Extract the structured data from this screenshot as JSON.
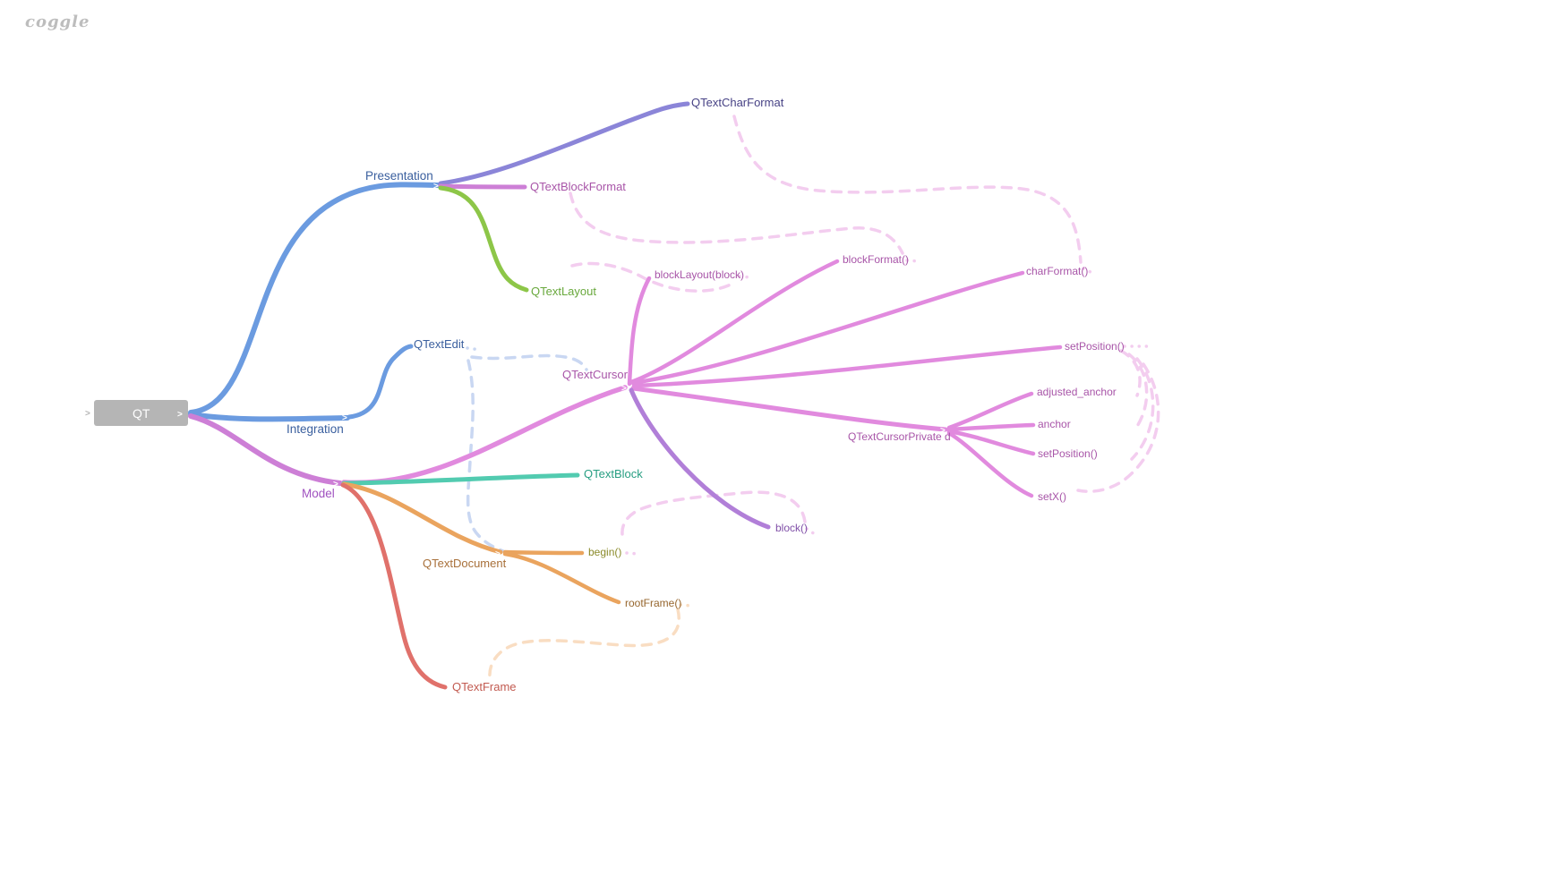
{
  "logo": "coggle",
  "glyphs": {
    "chevron": ">"
  },
  "colors": {
    "blue": "#6b9be0",
    "slate": "#8b85d8",
    "violet": "#cd7fd6",
    "green": "#8dc648",
    "pink": "#e18ade",
    "purple": "#b17fd8",
    "teal": "#52cbb0",
    "orange": "#eaa45e",
    "red": "#e0716b",
    "dash_pink": "#f3cdef",
    "dash_blue": "#c9d7f2",
    "dash_orange": "#f9ddc2",
    "node_gray": "#b5b5b5",
    "white": "#ffffff",
    "logo_gray": "#bdbdbd"
  },
  "text_colors": {
    "qt": "#ffffff",
    "presentation": "#3a5f9e",
    "integration": "#3a5f9e",
    "qtextedit": "#3a5f9e",
    "qtextcharformat": "#474285",
    "qtextblockformat": "#a855a8",
    "qtextlayout": "#68a83c",
    "qtextcursor": "#a855a8",
    "blocklayout_block": "#a855a8",
    "blockformat": "#a855a8",
    "charformat": "#a855a8",
    "setposition_cursor": "#a855a8",
    "qtextcursorprivate": "#a855a8",
    "adjusted_anchor": "#a855a8",
    "anchor": "#a855a8",
    "setposition_private": "#a855a8",
    "setx": "#a855a8",
    "block_fn": "#8050a8",
    "model": "#a052c0",
    "qtextblock": "#279e82",
    "qtextdocument": "#a8703a",
    "begin_fn": "#8a8a2a",
    "rootframe": "#96662e",
    "qtextframe": "#c25a50"
  },
  "nodes": {
    "qt": "QT",
    "presentation": "Presentation",
    "integration": "Integration",
    "model": "Model",
    "qtextcharformat": "QTextCharFormat",
    "qtextblockformat": "QTextBlockFormat",
    "qtextlayout": "QTextLayout",
    "qtextedit": "QTextEdit",
    "qtextcursor": "QTextCursor",
    "blocklayout_block": "blockLayout(block)",
    "blockformat": "blockFormat()",
    "charformat": "charFormat()",
    "setposition_cursor": "setPosition()",
    "qtextcursorprivate": "QTextCursorPrivate d",
    "adjusted_anchor": "adjusted_anchor",
    "anchor": "anchor",
    "setposition_private": "setPosition()",
    "setx": "setX()",
    "block_fn": "block()",
    "qtextblock": "QTextBlock",
    "qtextdocument": "QTextDocument",
    "begin_fn": "begin()",
    "rootframe": "rootFrame()",
    "qtextframe": "QTextFrame"
  }
}
